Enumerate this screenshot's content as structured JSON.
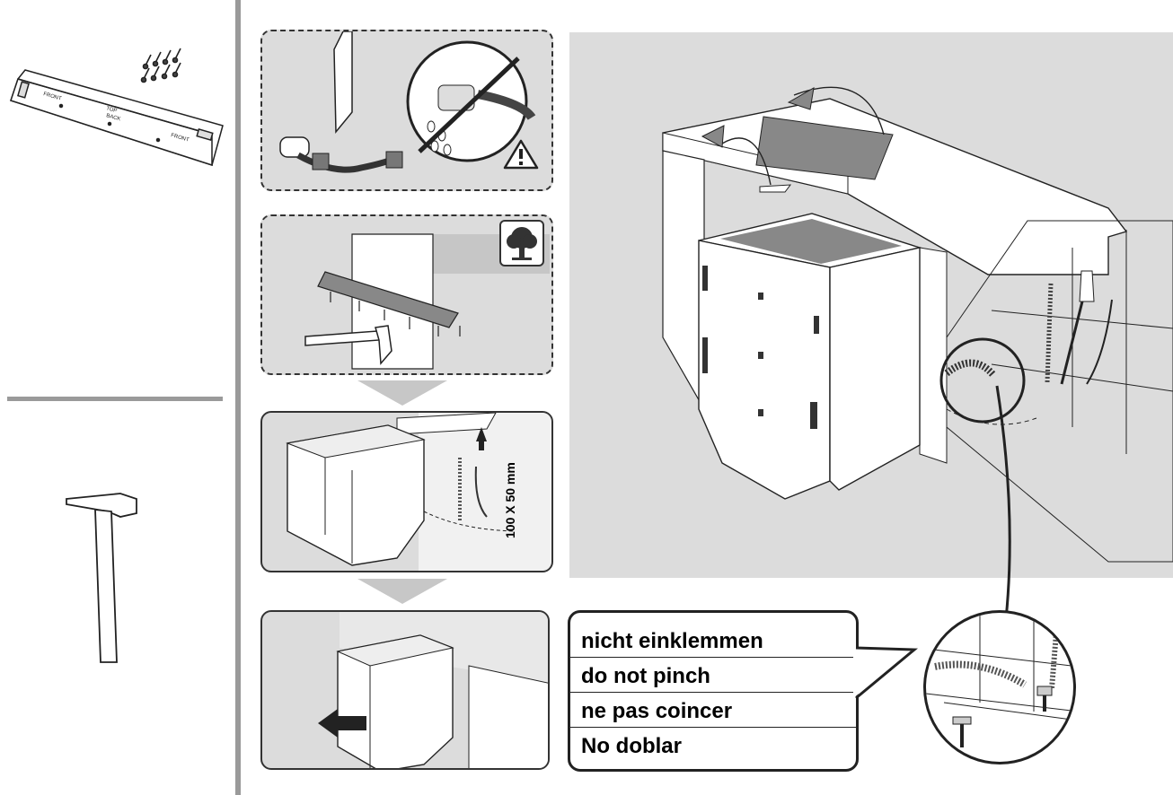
{
  "parts": {
    "rail_labels": [
      "FRONT",
      "TOP",
      "FRONT"
    ],
    "rail_extra_text": "BACK"
  },
  "steps": {
    "cutout_label": "100 X 50 mm"
  },
  "callout": {
    "lines": [
      "nicht einklemmen",
      "do not pinch",
      "ne pas coincer",
      "No doblar"
    ]
  },
  "colors": {
    "panel_gray": "#dcdcdc",
    "line": "#222222",
    "divider": "#9a9a9a",
    "white": "#ffffff"
  },
  "icons": [
    "screws-icon",
    "mounting-rail-icon",
    "hammer-icon",
    "warning-icon",
    "eco-tree-icon",
    "no-leak-icon",
    "arrow-down-icon",
    "push-arrow-icon"
  ]
}
